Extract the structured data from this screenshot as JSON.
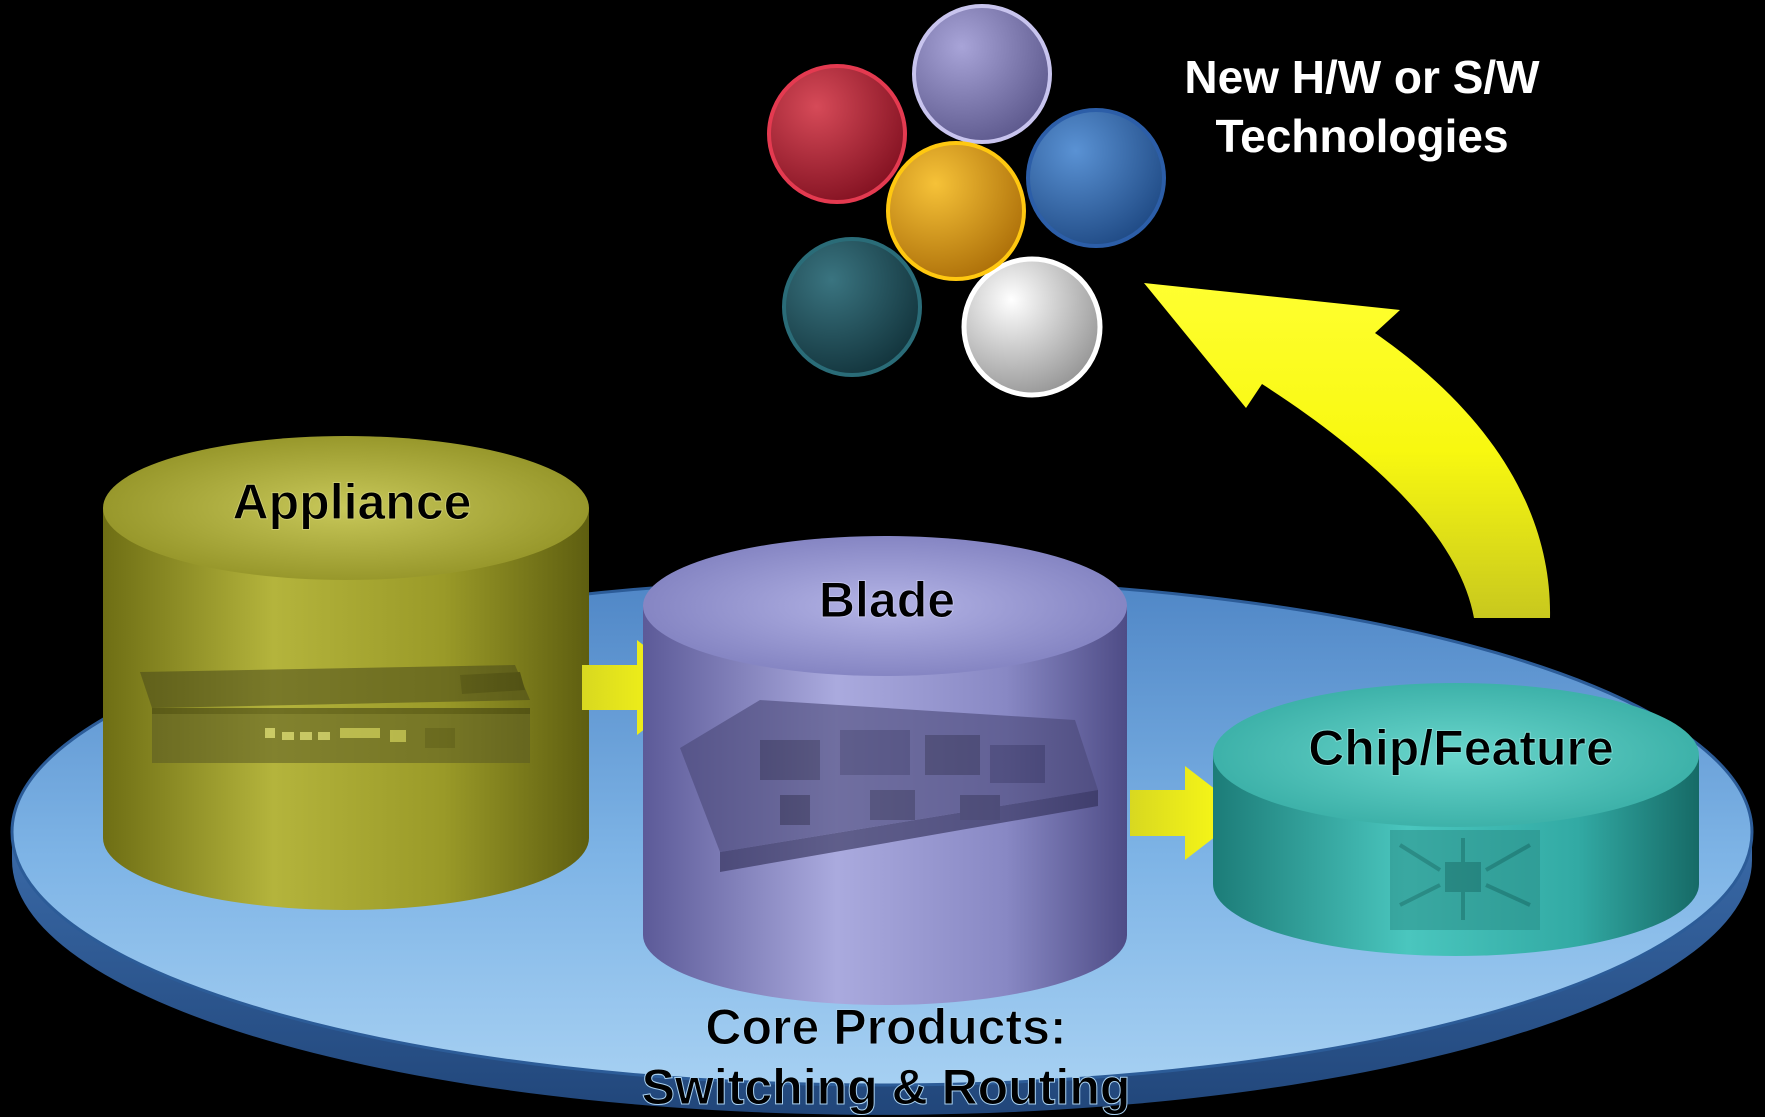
{
  "diagram": {
    "tech_label": {
      "line1": "New H/W or S/W",
      "line2": "Technologies"
    },
    "cylinders": [
      {
        "id": "appliance",
        "label": "Appliance",
        "color": "#a8a832",
        "image": "appliance-hardware-icon"
      },
      {
        "id": "blade",
        "label": "Blade",
        "color": "#8c8cc8",
        "image": "blade-board-icon"
      },
      {
        "id": "chip",
        "label": "Chip/Feature",
        "color": "#3cb8b0",
        "image": "chip-icon"
      }
    ],
    "platform": {
      "line1": "Core Products:",
      "line2": "Switching & Routing",
      "color": "#6ea8dc"
    },
    "tech_circles": [
      {
        "name": "red-circle",
        "color": "#b01e32"
      },
      {
        "name": "lavender-circle",
        "color": "#7a74b0"
      },
      {
        "name": "blue-circle",
        "color": "#2e66a8"
      },
      {
        "name": "gold-circle",
        "color": "#e6a414"
      },
      {
        "name": "teal-circle",
        "color": "#20505c"
      },
      {
        "name": "white-circle",
        "color": "#d8d8d8"
      }
    ],
    "arrow_color": "#f5f50a"
  }
}
